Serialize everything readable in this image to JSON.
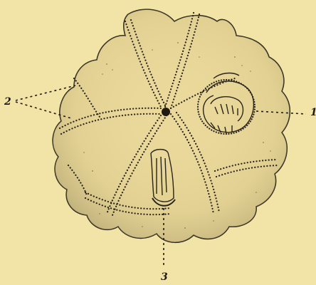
{
  "labels": {
    "one": "1",
    "two": "2",
    "three": "3"
  },
  "colors": {
    "background": "#f2e3a6",
    "ink": "#1f1a12"
  }
}
